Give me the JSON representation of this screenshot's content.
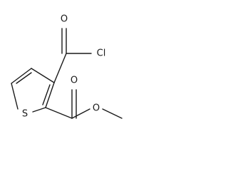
{
  "molecule": {
    "atoms": {
      "acyl_oxygen": "O",
      "chlorine": "Cl",
      "sulfur": "S",
      "ester_carbonyl_oxygen": "O",
      "ester_oxygen": "O"
    }
  }
}
